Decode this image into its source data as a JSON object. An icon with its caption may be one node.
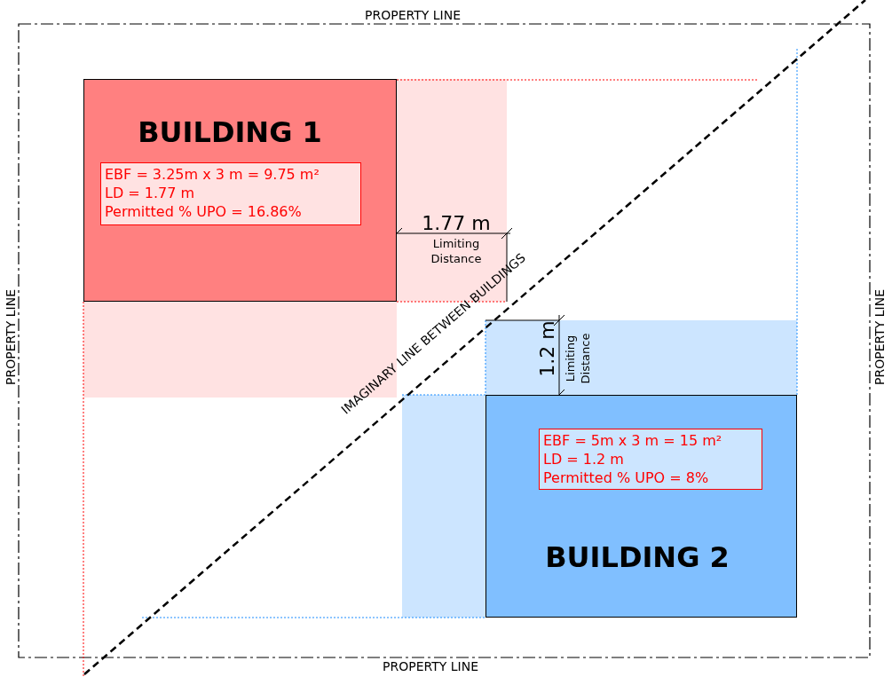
{
  "diagram": {
    "nodes": [
      {
        "text": [
          "BUILDING 1"
        ]
      },
      {
        "text": [
          "EBF = 3.25m x 3 m = 9.75 m²",
          "LD = 1.77 m",
          "Permitted % UPO = 16.86%"
        ],
        "in": 0
      },
      {
        "text": [
          "BUILDING 2"
        ]
      },
      {
        "text": [
          "EBF = 5m x 3 m = 15 m²",
          "LD = 1.2 m",
          "Permitted % UPO = 8%"
        ],
        "in": 2
      }
    ],
    "edges": [],
    "labels": [
      "PROPERTY LINE",
      "PROPERTY LINE",
      "PROPERTY LINE",
      "PROPERTY LINE",
      "1.77 m",
      "Limiting Distance",
      "1.2 m",
      "Limiting Distance",
      "IMAGINARY LINE BETWEEN BUILDINGS"
    ]
  }
}
